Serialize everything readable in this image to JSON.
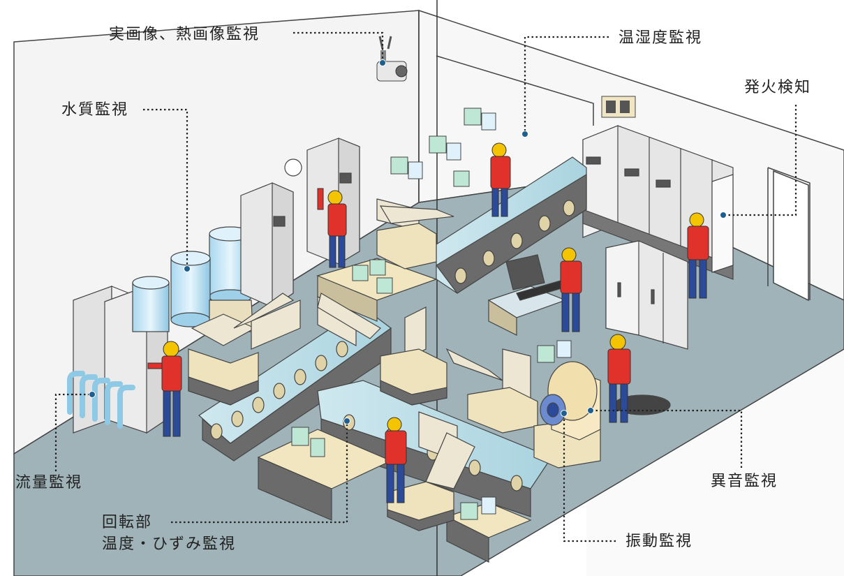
{
  "labels": {
    "camera": "実画像、熱画像監視",
    "water_quality": "水質監視",
    "temp_humidity": "温湿度監視",
    "fire": "発火検知",
    "flow": "流量監視",
    "rotation_line1": "回転部",
    "rotation_line2": "温度・ひずみ監視",
    "noise": "異音監視",
    "vibration": "振動監視"
  },
  "colors": {
    "floor": "#9fb3b8",
    "wall": "#f2f2f2",
    "worker_shirt": "#e0312a",
    "worker_pants": "#2b4a9a",
    "helmet": "#f5c400",
    "conveyor": "#cfe6ec",
    "machine": "#ece6d3",
    "cabinet": "#e9e9e9",
    "tank": "#bfe3f5",
    "callout_dot": "#1f5f8f"
  }
}
